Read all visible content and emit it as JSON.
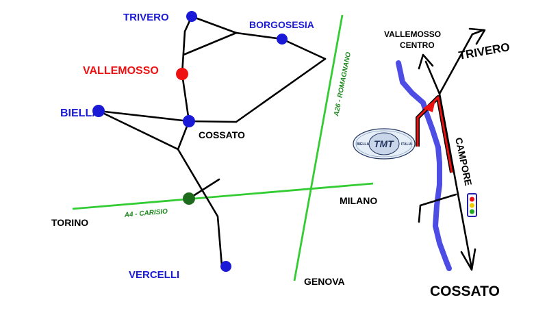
{
  "colors": {
    "city_blue": "#1a1ad6",
    "city_red": "#ee1111",
    "junction_green": "#1e6b1e",
    "highway_green": "#33cc33",
    "river_blue": "#4d4de6",
    "route_red": "#ee1111"
  },
  "overview_map": {
    "towns": {
      "trivero": "TRIVERO",
      "borgosesia": "BORGOSESIA",
      "vallemosso": "VALLEMOSSO",
      "biella": "BIELLA",
      "cossato": "COSSATO",
      "torino": "TORINO",
      "milano": "MILANO",
      "vercelli": "VERCELLI",
      "genova": "GENOVA"
    },
    "highways": {
      "a4": "A4 - CARISIO",
      "a26": "A26 - ROMAGNANO"
    }
  },
  "detail_map": {
    "vallemosso_line1": "VALLEMOSSO",
    "vallemosso_line2": "CENTRO",
    "trivero": "TRIVERO",
    "campore": "CAMPORE",
    "cossato": "COSSATO",
    "logo_text": "TMT",
    "logo_left": "BIELLA",
    "logo_right": "ITALIA",
    "traffic_light_icon": "traffic-light-icon"
  }
}
